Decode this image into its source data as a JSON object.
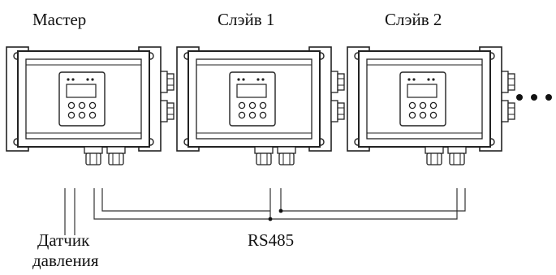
{
  "labels": {
    "master": "Мастер",
    "slave1": "Слэйв 1",
    "slave2": "Слэйв 2",
    "sensor_line1": "Датчик",
    "sensor_line2": "давления",
    "bus": "RS485"
  },
  "continuation": "more-devices-ellipsis"
}
